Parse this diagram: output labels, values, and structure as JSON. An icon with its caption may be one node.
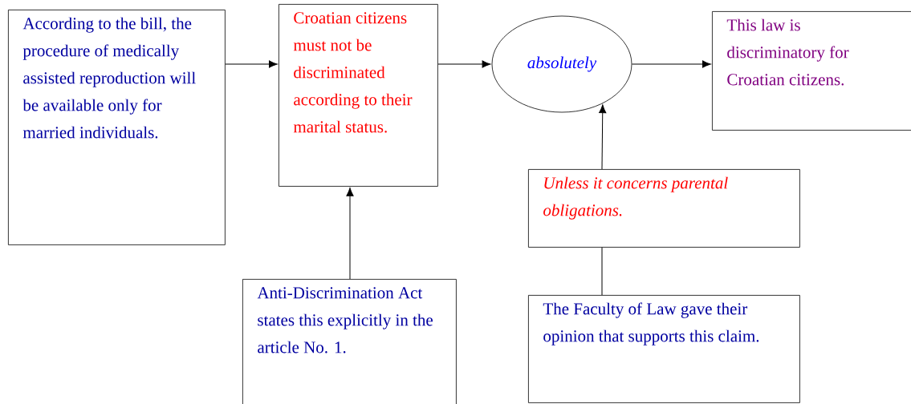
{
  "diagram": {
    "nodes": [
      {
        "text": [
          "According to the bill, the procedure of medically assisted reproduction will be available only for married individuals."
        ]
      },
      {
        "text": [
          "Croatian citizens must not be discriminated according to their marital status."
        ]
      },
      {
        "text": [
          "absolutely"
        ]
      },
      {
        "text": [
          "This law is discriminatory for Croatian citizens."
        ]
      },
      {
        "text": [
          "Unless it concerns parental obligations."
        ]
      },
      {
        "text": [
          "Anti-Discrimination Act states this explicitly in the article No. 1."
        ]
      },
      {
        "text": [
          "The Faculty of Law gave their opinion that supports this claim."
        ]
      }
    ],
    "edges": [
      {
        "from": 0,
        "to": 1,
        "arrow": "to"
      },
      {
        "from": 1,
        "to": 2,
        "arrow": "to"
      },
      {
        "from": 2,
        "to": 3,
        "arrow": "to"
      },
      {
        "from": 5,
        "to": 1,
        "arrow": "to"
      },
      {
        "from": 4,
        "to": 2,
        "arrow": "to"
      },
      {
        "from": 6,
        "to": 4,
        "arrow": "none"
      }
    ]
  }
}
